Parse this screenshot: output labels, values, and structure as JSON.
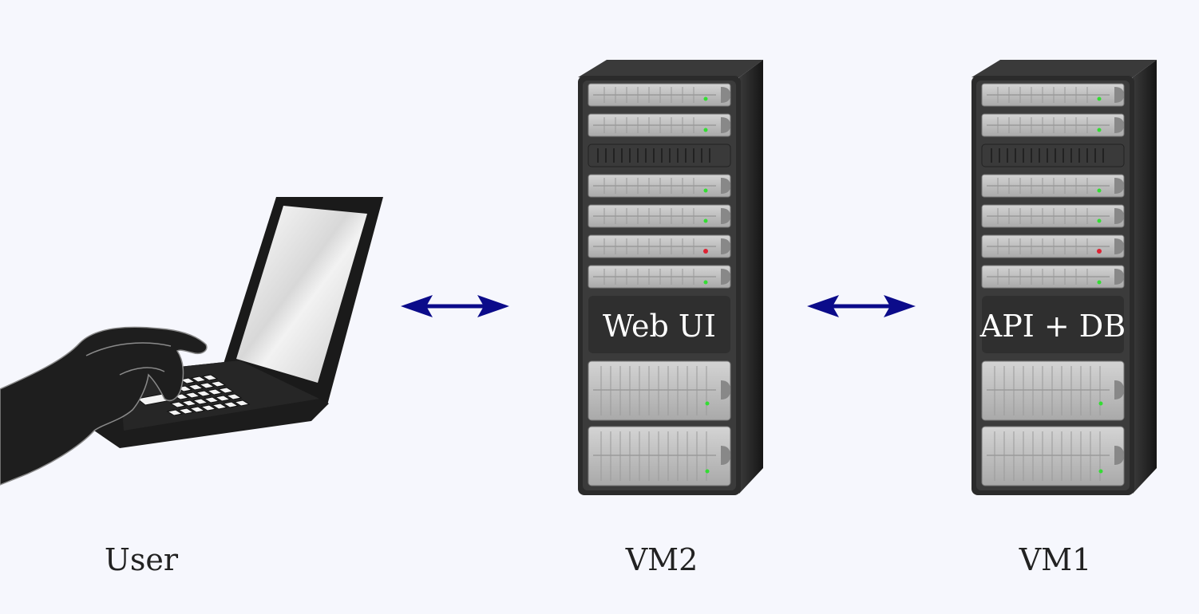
{
  "nodes": {
    "user": {
      "label": "User",
      "icon": "laptop-with-hand-icon"
    },
    "vm2": {
      "label": "VM2",
      "role": "Web UI",
      "icon": "server-rack-icon"
    },
    "vm1": {
      "label": "VM1",
      "role": "API + DB",
      "icon": "server-rack-icon"
    }
  },
  "connections": [
    {
      "from": "User",
      "to": "VM2",
      "style": "bidirectional-arrow"
    },
    {
      "from": "VM2",
      "to": "VM1",
      "style": "bidirectional-arrow"
    }
  ],
  "colors": {
    "background": "#f6f7fd",
    "arrow": "#0b0b8a",
    "rack_body": "#2b2b2b",
    "led_green": "#33dd33",
    "led_red": "#dd2233"
  }
}
